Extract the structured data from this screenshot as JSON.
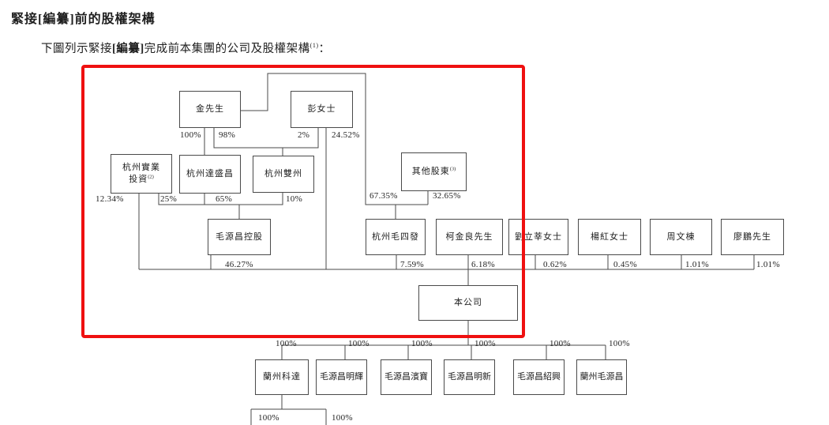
{
  "header": {
    "title": "緊接[編纂]前的股權架構",
    "intro": {
      "prefix": "下圖列示緊接",
      "bold": "[編纂]",
      "suffix": "完成前本集團的公司及股權架構",
      "note": "(1)",
      "colon": "："
    }
  },
  "colors": {
    "highlight_rectangle": "#ef1010",
    "wire": "#4a4a4a",
    "text": "#1f1f1f",
    "background": "#ffffff"
  },
  "diagram": {
    "nodes": {
      "jin": "金先生",
      "peng": "彭女士",
      "hzsy_line1": "杭州實業",
      "hzsy_line2": "投資",
      "hzsy_note": "(2)",
      "hzdsc": "杭州達盛昌",
      "hzsz": "杭州雙州",
      "other": "其他股東",
      "other_note": "(3)",
      "mychk": "毛源昌控股",
      "hzmsf": "杭州毛四發",
      "ke": "柯金良先生",
      "liu": "劉立莘女士",
      "yang": "楊紅女士",
      "zhou": "周文棟",
      "liao": "廖鵬先生",
      "company": "本公司",
      "lzkd": "蘭州科達",
      "mycmh": "毛源昌明輝",
      "mycbb": "毛源昌濱寶",
      "mycmx": "毛源昌明新",
      "mycsx": "毛源昌紹興",
      "lzmyc": "蘭州毛源昌"
    },
    "percents": {
      "p100": "100%",
      "p98": "98%",
      "p2": "2%",
      "p2452": "24.52%",
      "p1234": "12.34%",
      "p25": "25%",
      "p65": "65%",
      "p10": "10%",
      "p6735": "67.35%",
      "p3265": "32.65%",
      "p4627": "46.27%",
      "p759": "7.59%",
      "p618": "6.18%",
      "p062": "0.62%",
      "p045": "0.45%",
      "p101": "1.01%"
    }
  }
}
